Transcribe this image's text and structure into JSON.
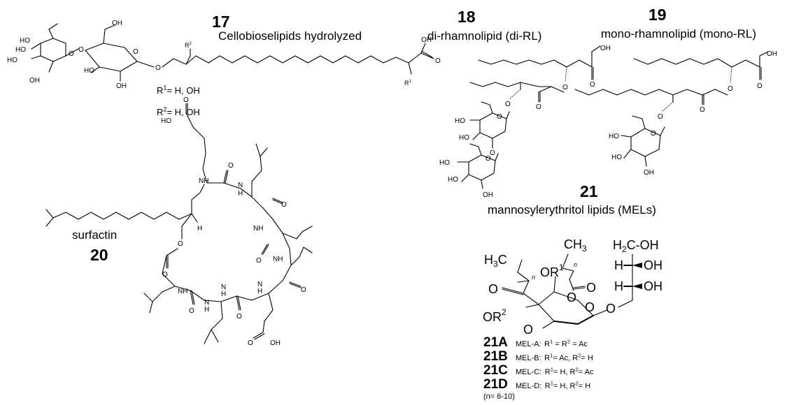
{
  "compounds": {
    "c17": {
      "number": "17",
      "name": "Cellobioselipids hydrolyzed",
      "r1": [
        "R",
        "1",
        "= H, OH"
      ],
      "r2": [
        "R",
        "2",
        "= H, OH"
      ]
    },
    "c18": {
      "number": "18",
      "name": "di-rhamnolipid (di-RL)"
    },
    "c19": {
      "number": "19",
      "name": "mono-rhamnolipid (mono-RL)"
    },
    "c20": {
      "number": "20",
      "name": "surfactin"
    },
    "c21": {
      "number": "21",
      "name": "mannosylerythritol lipids (MELs)",
      "variants": [
        {
          "code": "21A",
          "label": "MEL-A:",
          "r1": "Ac",
          "r2": "Ac",
          "text": [
            "R",
            "1",
            " = R",
            "2",
            " = Ac"
          ]
        },
        {
          "code": "21B",
          "label": "MEL-B:",
          "r1": "Ac",
          "r2": "H",
          "text": [
            "R",
            "1",
            "= Ac, R",
            "2",
            "= H"
          ]
        },
        {
          "code": "21C",
          "label": "MEL-C:",
          "r1": "H",
          "r2": "Ac",
          "text": [
            "R",
            "1",
            "= H, R",
            "2",
            "= Ac"
          ]
        },
        {
          "code": "21D",
          "label": "MEL-D:",
          "r1": "H",
          "r2": "H",
          "text": [
            "R",
            "1",
            "= H, R",
            "2",
            "= H"
          ]
        }
      ],
      "n_range": "(n= 6-10)"
    }
  },
  "atoms": {
    "ho": "HO",
    "oh": "OH",
    "o": "O",
    "nh": "NH",
    "n": "N",
    "h": "H",
    "r1": "R",
    "r2": "R",
    "sup1": "1",
    "sup2": "2",
    "h3c": "H",
    "ch3": "CH",
    "h2c": "H",
    "oh_bold": "OH",
    "h_bold": "H",
    "sub2": "2",
    "sub3": "3",
    "c_oh": "C-OH",
    "n_sub": "n"
  }
}
